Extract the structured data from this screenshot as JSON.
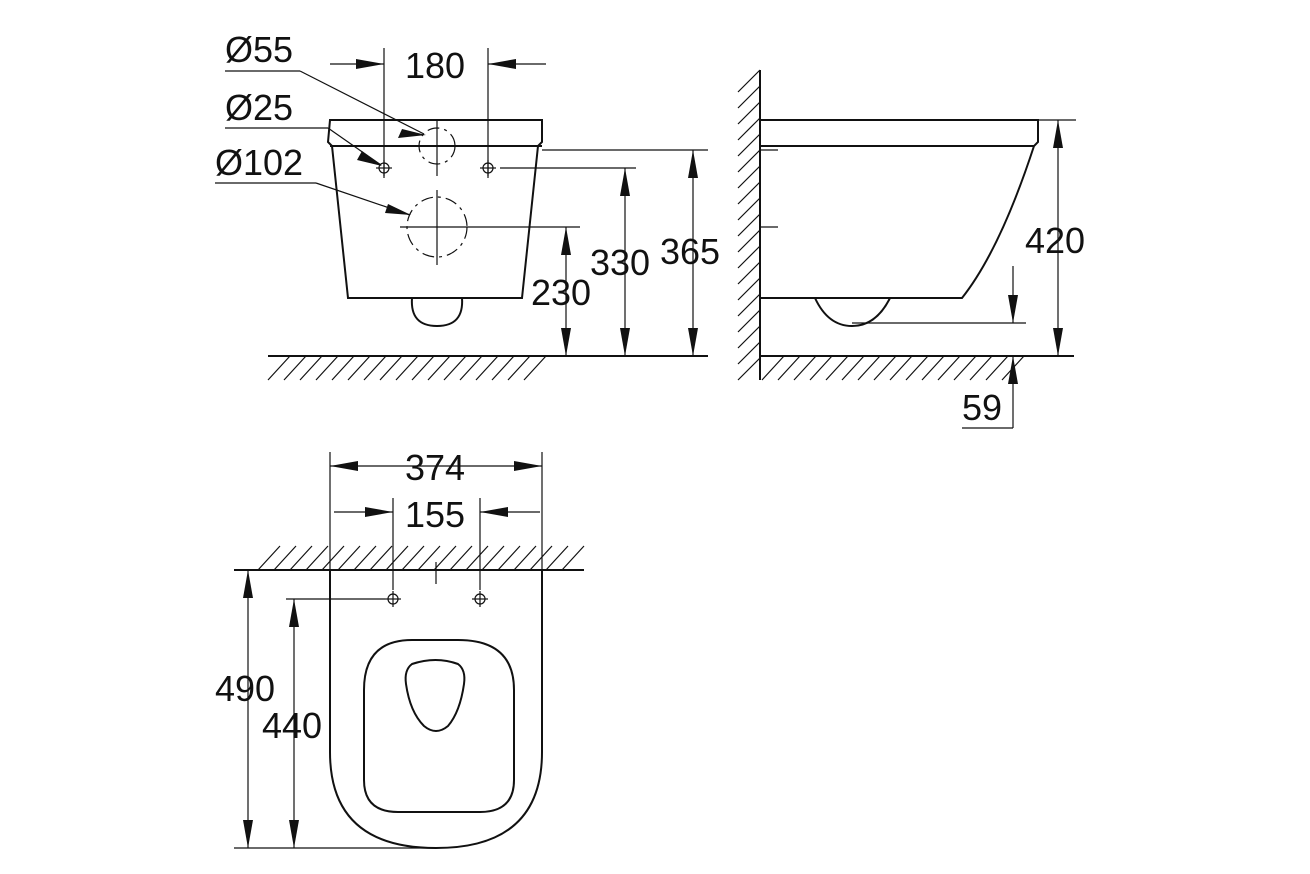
{
  "diagram": {
    "front_view": {
      "dim_outlet_diameter": "Ø55",
      "dim_bolt_spacing": "180",
      "dim_bolt_diameter": "Ø25",
      "dim_inlet_diameter": "Ø102",
      "dim_inlet_height": "230",
      "dim_bolt_height": "330",
      "dim_top_height": "365"
    },
    "side_view": {
      "dim_total_height": "420",
      "dim_floor_clearance": "59"
    },
    "top_view": {
      "dim_total_width": "374",
      "dim_bolt_spacing": "155",
      "dim_total_depth": "490",
      "dim_bolt_depth": "440"
    }
  }
}
